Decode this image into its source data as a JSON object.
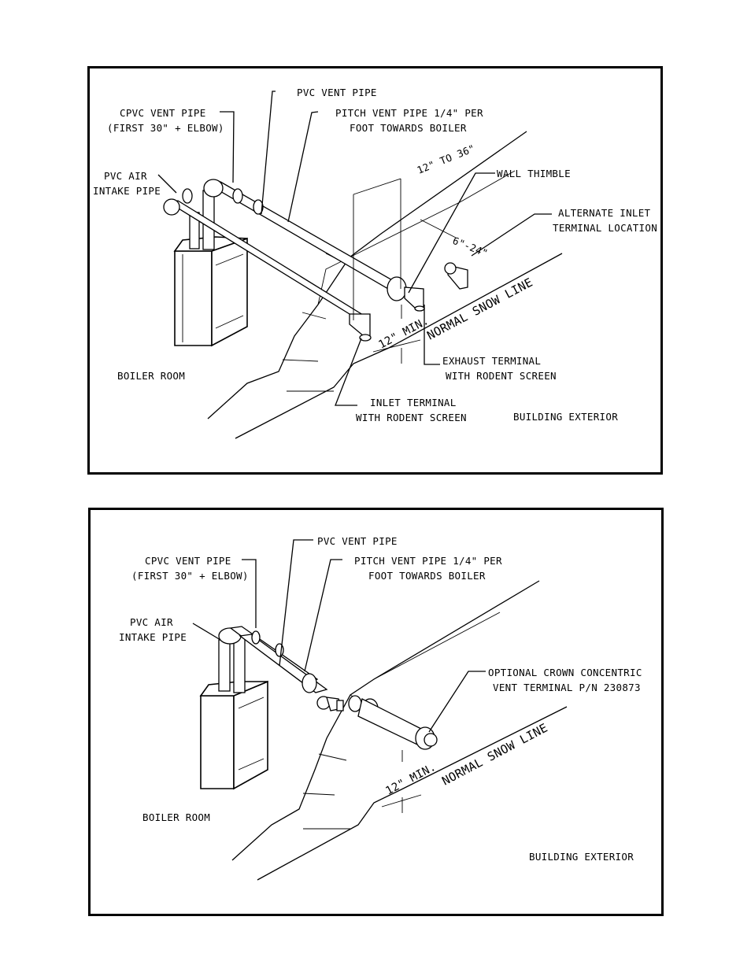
{
  "diagrams": [
    {
      "labels": {
        "pvc_vent_pipe": "PVC VENT PIPE",
        "cpvc_vent_pipe": "CPVC VENT PIPE",
        "cpvc_note": "(FIRST 30\" + ELBOW)",
        "pitch_line1": "PITCH VENT PIPE 1/4\" PER",
        "pitch_line2": "FOOT TOWARDS BOILER",
        "pvc_air_line1": "PVC AIR",
        "pvc_air_line2": "INTAKE PIPE",
        "spacing_12_36": "12\" TO 36\"",
        "wall_thimble": "WALL THIMBLE",
        "alt_inlet_line1": "ALTERNATE INLET",
        "alt_inlet_line2": "TERMINAL LOCATION",
        "spacing_6_24": "6\"-24\"",
        "normal_snow_line": "NORMAL SNOW LINE",
        "min_12": "12\" MIN.",
        "exhaust_line1": "EXHAUST TERMINAL",
        "exhaust_line2": "WITH RODENT SCREEN",
        "boiler_room": "BOILER ROOM",
        "inlet_line1": "INLET TERMINAL",
        "inlet_line2": "WITH RODENT SCREEN",
        "building_exterior": "BUILDING EXTERIOR"
      }
    },
    {
      "labels": {
        "pvc_vent_pipe": "PVC VENT PIPE",
        "cpvc_vent_pipe": "CPVC VENT PIPE",
        "cpvc_note": "(FIRST 30\" + ELBOW)",
        "pitch_line1": "PITCH VENT PIPE 1/4\" PER",
        "pitch_line2": "FOOT TOWARDS BOILER",
        "pvc_air_line1": "PVC AIR",
        "pvc_air_line2": "INTAKE PIPE",
        "crown_line1": "OPTIONAL CROWN CONCENTRIC",
        "crown_line2": "VENT TERMINAL P/N 230873",
        "normal_snow_line": "NORMAL SNOW LINE",
        "min_12": "12\" MIN.",
        "boiler_room": "BOILER ROOM",
        "building_exterior": "BUILDING EXTERIOR"
      }
    }
  ]
}
